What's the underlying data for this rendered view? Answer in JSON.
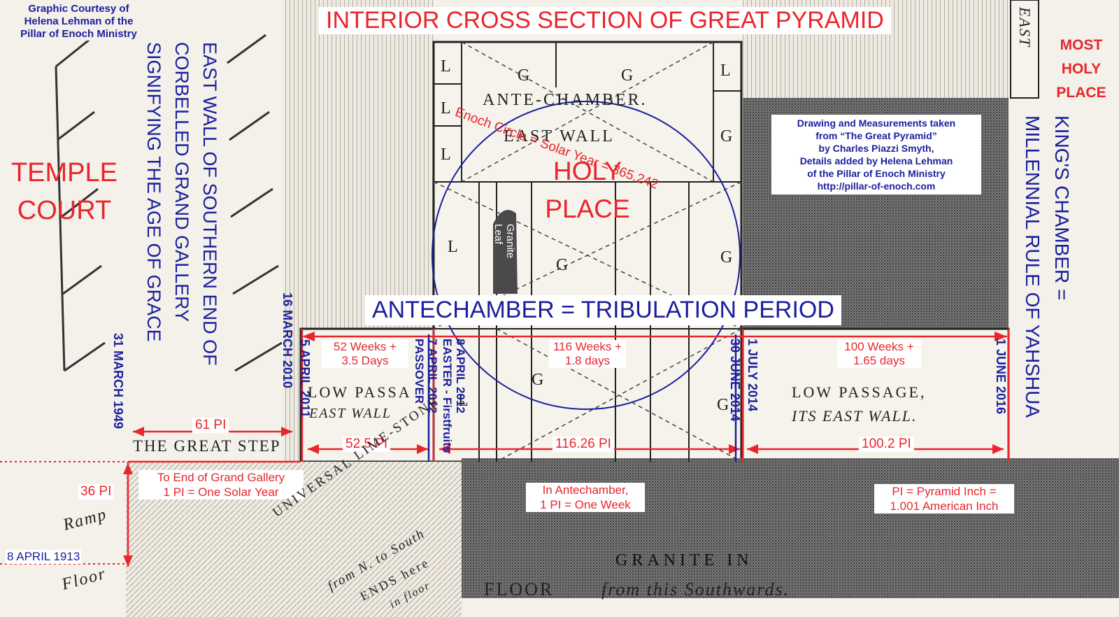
{
  "title": "INTERIOR CROSS SECTION OF GREAT PYRAMID",
  "courtesy": [
    "Graphic Courtesy of",
    "Helena Lehman of the",
    "Pillar of Enoch Ministry"
  ],
  "most_holy_place": [
    "MOST",
    "HOLY",
    "PLACE"
  ],
  "east_label": "EAST",
  "temple_court": [
    "TEMPLE",
    "COURT"
  ],
  "vertical_gallery": [
    "EAST WALL OF SOUTHERN END OF",
    "CORBELLED GRAND GALLERY",
    "SIGNIFYING THE AGE OF GRACE"
  ],
  "kings_chamber": [
    "KING'S CHAMBER =",
    "MILLENNIAL RULE OF YAHSHUA"
  ],
  "info_box": [
    "Drawing and Measurements taken",
    "from “The Great Pyramid”",
    "by Charles Piazzi Smyth,",
    "Details added by Helena Lehman",
    "of the Pillar of Enoch Ministry",
    "http://pillar-of-enoch.com"
  ],
  "holy_place": [
    "HOLY",
    "PLACE"
  ],
  "enoch_circle": "Enoch Circle = Solar Year = 365.242",
  "antechamber_banner": "ANTECHAMBER = TRIBULATION PERIOD",
  "engraved": {
    "ante_chamber": "ANTE-CHAMBER.",
    "east_wall": "EAST WALL",
    "low_passage_left": "LOW PASSA",
    "east_wall_left": "EAST WALL",
    "great_step": "THE GREAT STEP",
    "low_passage_right": "LOW PASSAGE,",
    "its_east_wall": "ITS EAST WALL.",
    "ramp": "Ramp",
    "floor_left": "Floor",
    "universal": [
      "UNIVERSAL LIME-STONE",
      "from N. to South",
      "ENDS here",
      "in floor"
    ],
    "granite_in": "GRANITE IN",
    "floor": "FLOOR",
    "from_this": "from this Southwards."
  },
  "granite_leaf": [
    "Granite",
    "Leaf"
  ],
  "block_letters": [
    "L",
    "L",
    "L",
    "L",
    "L",
    "G",
    "G",
    "L",
    "G",
    "G",
    "G",
    "G",
    "G"
  ],
  "dates": {
    "d1949": "31 MARCH 1949",
    "d2010": "16 MARCH 2010",
    "d2011": "5 APRIL 2011",
    "d2012a": "7 APRIL 2012",
    "passover": "PASSOVER",
    "d2012b": "8 APRIL 2012",
    "easter": "EASTER - Firstfruits",
    "d2014a": "30 JUNE 2014",
    "d2014b": "1 JULY 2014",
    "d2016": "1 JUNE 2016",
    "d1913": "8 APRIL 1913"
  },
  "spans": {
    "weeks52": [
      "52 Weeks +",
      "3.5 Days"
    ],
    "weeks116": [
      "116 Weeks +",
      "1.8 days"
    ],
    "weeks100": [
      "100 Weeks +",
      "1.65 days"
    ],
    "pi61": "61 PI",
    "pi52_5": "52.5 PI",
    "pi116_26": "116.26 PI",
    "pi100_2": "100.2 PI",
    "pi36": "36 PI"
  },
  "notes": {
    "gallery": [
      "To End of Grand Gallery",
      "1 PI = One Solar Year"
    ],
    "antechamber": [
      "In Antechamber,",
      "1 PI = One Week"
    ],
    "pyramid_inch": [
      "PI = Pyramid Inch =",
      "1.001 American Inch"
    ]
  },
  "colors": {
    "red": "#e8262c",
    "blue": "#1a1f9c"
  }
}
